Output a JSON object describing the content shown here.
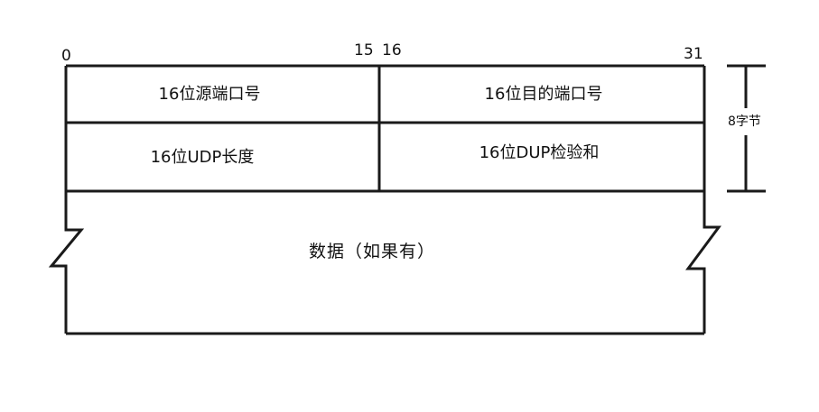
{
  "bit_positions": {
    "start": "0",
    "mid_end": "15",
    "mid_start": "16",
    "end": "31"
  },
  "fields": {
    "src_port": "16位源端口号",
    "dst_port": "16位目的端口号",
    "udp_length": "16位UDP长度",
    "checksum": "16位DUP检验和"
  },
  "data": {
    "label": "数据（如果有）"
  },
  "header_size": {
    "label": "8字节"
  }
}
